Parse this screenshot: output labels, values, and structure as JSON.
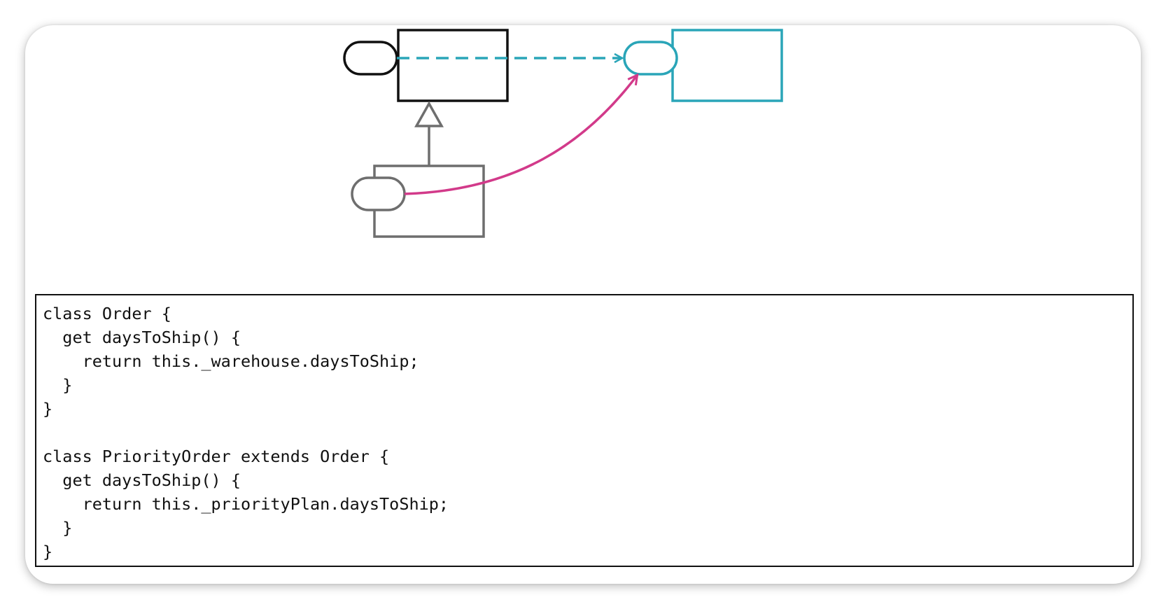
{
  "diagram": {
    "colors": {
      "order": "#111111",
      "priority_order": "#6e6e6e",
      "dependency": "#2aa5b8",
      "override_call": "#d23a8a"
    },
    "elements": [
      {
        "id": "order-class",
        "kind": "class-box",
        "color": "order"
      },
      {
        "id": "order-method",
        "kind": "method-capsule",
        "color": "order"
      },
      {
        "id": "warehouse-class",
        "kind": "class-box",
        "color": "dependency"
      },
      {
        "id": "warehouse-method",
        "kind": "method-capsule",
        "color": "dependency"
      },
      {
        "id": "priority-order-class",
        "kind": "class-box",
        "color": "priority_order"
      },
      {
        "id": "priority-order-method",
        "kind": "method-capsule",
        "color": "priority_order"
      }
    ],
    "connectors": [
      {
        "from": "order-method",
        "to": "warehouse-method",
        "style": "dashed-arrow",
        "color": "dependency"
      },
      {
        "from": "priority-order-class",
        "to": "order-class",
        "style": "inheritance",
        "color": "priority_order"
      },
      {
        "from": "priority-order-method",
        "to": "warehouse-method",
        "style": "curved-arrow",
        "color": "override_call"
      }
    ]
  },
  "code": {
    "lines": [
      "class Order {",
      "  get daysToShip() {",
      "    return this._warehouse.daysToShip;",
      "  }",
      "}",
      "",
      "class PriorityOrder extends Order {",
      "  get daysToShip() {",
      "    return this._priorityPlan.daysToShip;",
      "  }",
      "}"
    ]
  }
}
